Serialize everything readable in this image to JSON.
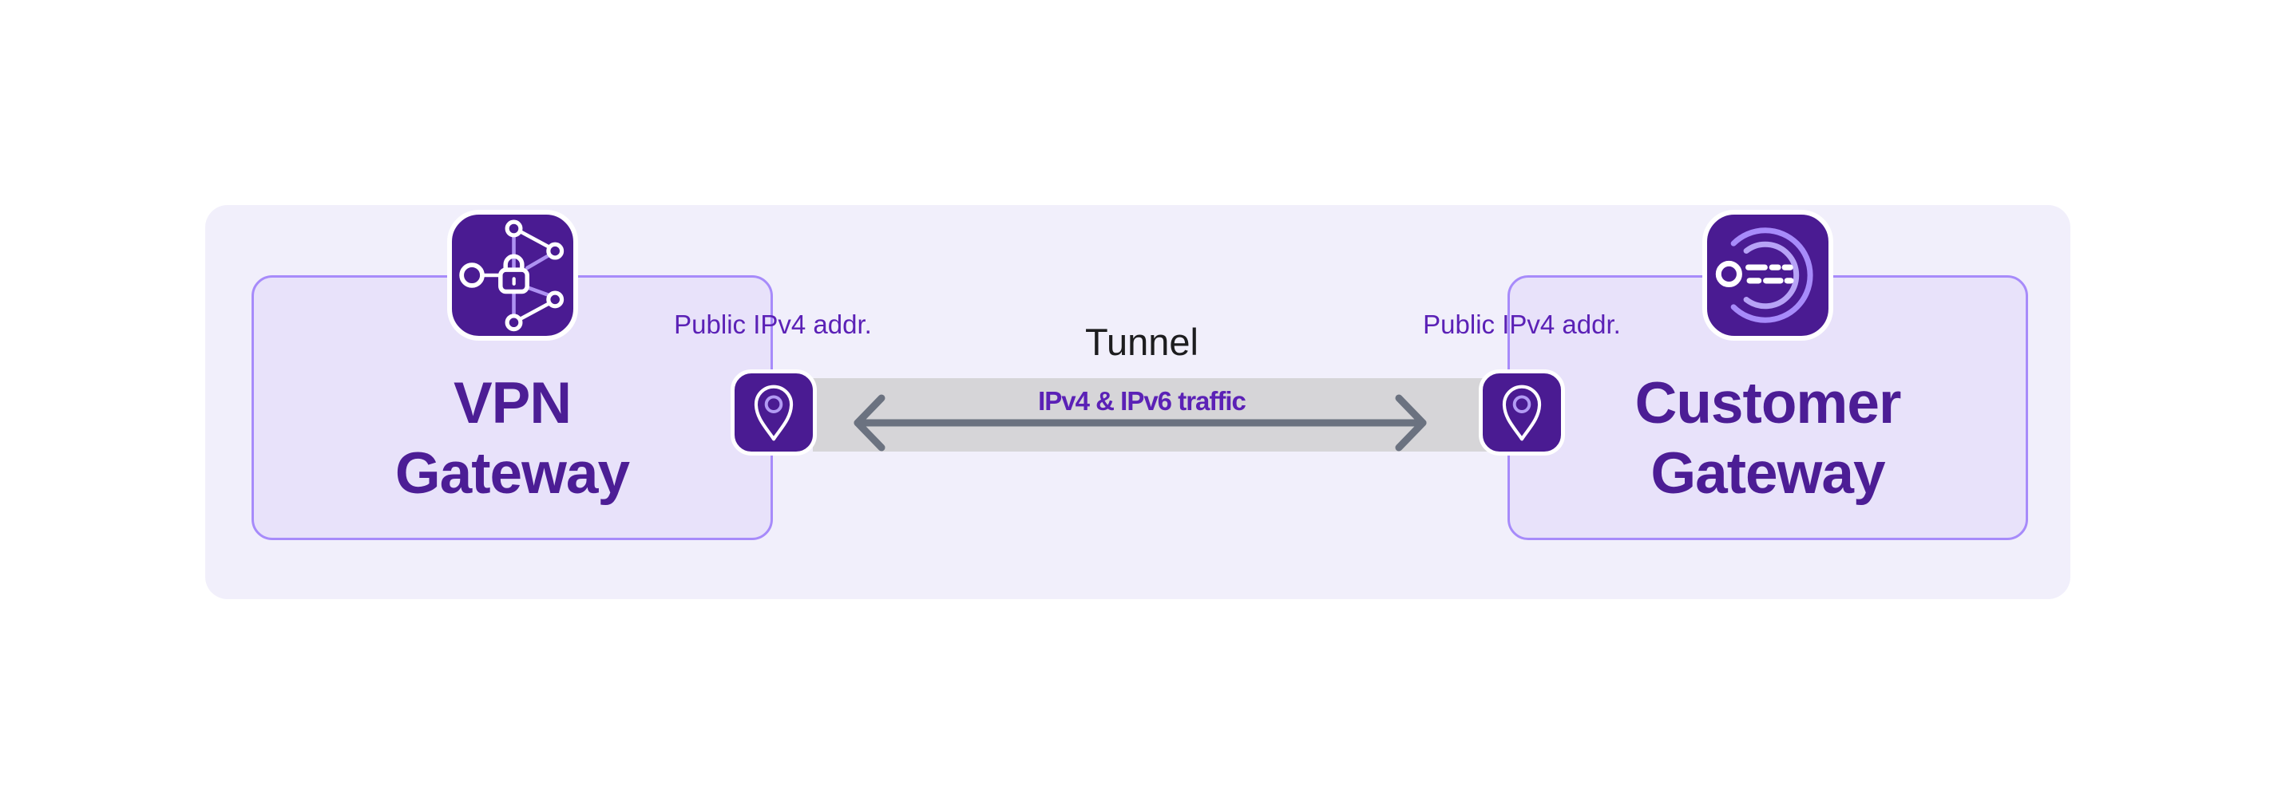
{
  "diagram": {
    "title_hint": "Site-to-Site VPN tunnel diagram",
    "left_gateway": {
      "title_line1": "VPN",
      "title_line2": "Gateway",
      "icon": "vpn-gateway-icon",
      "public_ip_label": "Public IPv4 addr."
    },
    "right_gateway": {
      "title_line1": "Customer",
      "title_line2": "Gateway",
      "icon": "customer-gateway-icon",
      "public_ip_label": "Public IPv4 addr."
    },
    "tunnel": {
      "title": "Tunnel",
      "traffic_label": "IPv4 & IPv6 traffic",
      "direction": "bidirectional"
    },
    "colors": {
      "page_background": "#FFFFFF",
      "panel_background": "#F1EFFB",
      "box_background": "#E8E2FA",
      "box_border": "#A78BFA",
      "icon_background": "#4A1B92",
      "icon_lavender_lines": "#AE92F2",
      "heading_text": "#4C1D95",
      "label_text": "#5B21B6",
      "tunnel_title_text": "#1D1D1F",
      "tunnel_bar": "#D6D5D8",
      "arrow": "#6B7280"
    }
  }
}
